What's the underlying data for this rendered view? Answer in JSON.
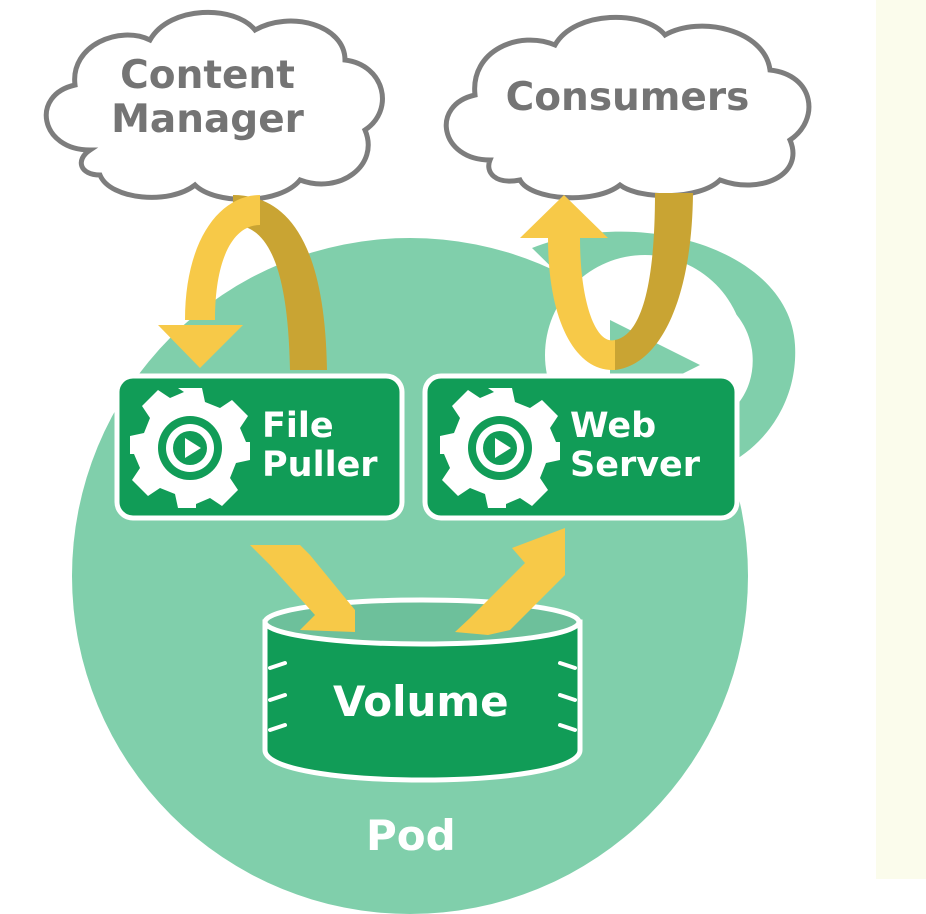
{
  "nodes": {
    "content_manager": {
      "label": "Content\nManager"
    },
    "consumers": {
      "label": "Consumers"
    },
    "file_puller": {
      "label": "File\nPuller"
    },
    "web_server": {
      "label": "Web\nServer"
    },
    "volume": {
      "label": "Volume"
    },
    "pod": {
      "label": "Pod"
    }
  },
  "footnote": "",
  "colors": {
    "pod": "#80cfab",
    "box": "#119c57",
    "arrow_light": "#f7c948",
    "arrow_dark": "#c9a433",
    "cloud_text": "#747474"
  }
}
